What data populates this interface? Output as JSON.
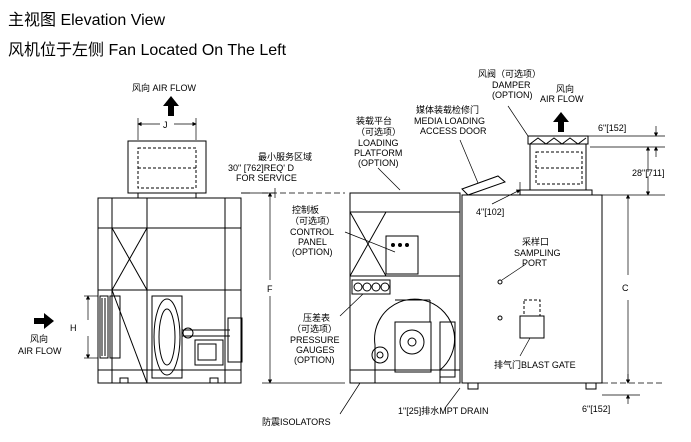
{
  "header": {
    "title": "主视图 Elevation View",
    "subtitle": "风机位于左侧 Fan Located On The Left"
  },
  "left_view": {
    "airflow_up": "风向 AIR FLOW",
    "airflow_in_cn": "风向",
    "airflow_in_en": "AIR FLOW",
    "dim_j": "J",
    "dim_h": "H"
  },
  "service_area": {
    "line1": "最小服务区域",
    "line2": "30\" [762]REQ' D",
    "line3": "FOR SERVICE"
  },
  "middle_view": {
    "platform": [
      "装载平台",
      "（可选项）",
      "LOADING",
      "PLATFORM",
      "(OPTION)"
    ],
    "control_panel": [
      "控制板",
      "（可选项）",
      "CONTROL",
      "PANEL",
      "(OPTION)"
    ],
    "gauges": [
      "压差表",
      "（可选项）",
      "PRESSURE",
      "GAUGES",
      "(OPTION)"
    ],
    "dim_f": "F",
    "isolators": "防震ISOLATORS",
    "drain": "1\"[25]排水MPT DRAIN"
  },
  "right_view": {
    "access_door": [
      "媒体装载检修门",
      "MEDIA LOADING",
      "ACCESS DOOR"
    ],
    "damper": [
      "风阀（可选项）",
      "DAMPER",
      "(OPTION)"
    ],
    "airflow_cn": "风向",
    "airflow_en": "AIR FLOW",
    "sampling": [
      "采样口",
      "SAMPLING",
      "PORT"
    ],
    "blast_gate": "排气门BLAST GATE",
    "dim_c": "C",
    "dim_top": "6\"[152]",
    "dim_28": "28\"[711]",
    "dim_4": "4\"[102]",
    "dim_bottom": "6\"[152]"
  }
}
